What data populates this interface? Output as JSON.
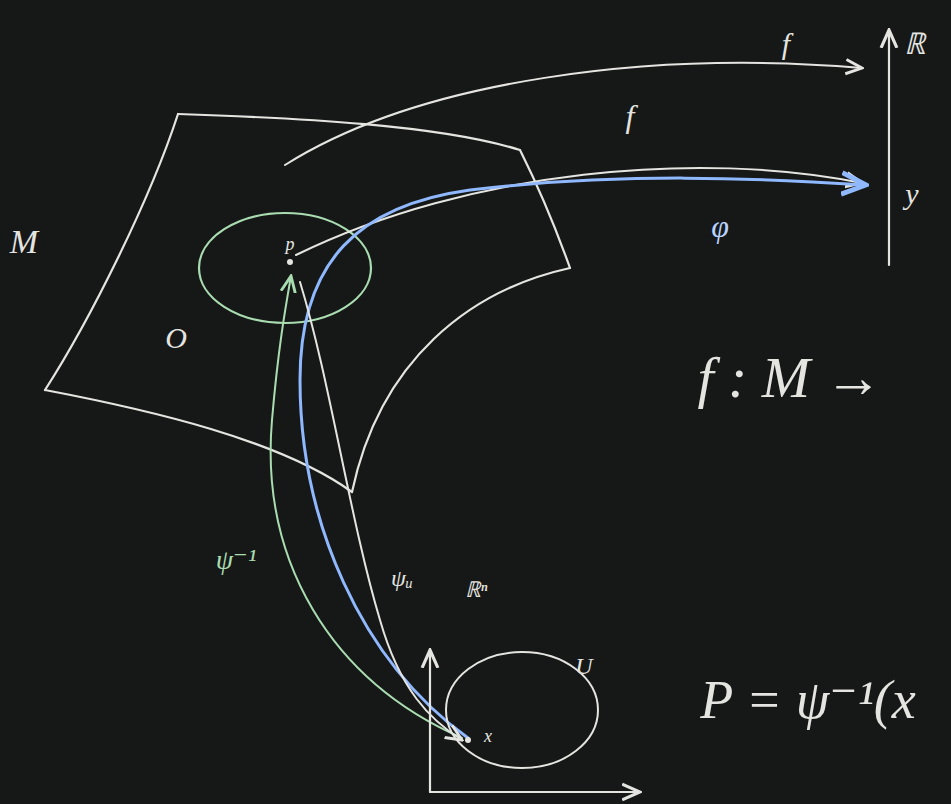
{
  "diagram": {
    "labels": [
      "M",
      "O",
      "p",
      "f",
      "f",
      "φ",
      "ℝ",
      "y",
      "ψ⁻¹",
      "ψᵤ",
      "ℝⁿ",
      "U",
      "x",
      "f : M →",
      "P = ψ⁻¹(x"
    ]
  }
}
